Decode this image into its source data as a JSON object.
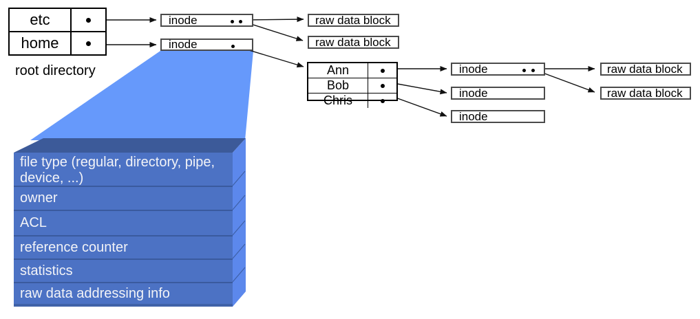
{
  "colors": {
    "callout_light": "#6699FB",
    "box_front": "#4C72C4",
    "box_top": "#3C5A99",
    "box_side": "#5C88EC",
    "box_divider": "#3A5A9E",
    "text_on_blue": "#F2F3F7"
  },
  "root_directory": {
    "caption": "root directory",
    "rows": [
      {
        "name": "etc"
      },
      {
        "name": "home"
      }
    ]
  },
  "home_directory": {
    "rows": [
      {
        "name": "Ann"
      },
      {
        "name": "Bob"
      },
      {
        "name": "Chris"
      }
    ]
  },
  "labels": {
    "inode": "inode",
    "raw_data_block": "raw data block"
  },
  "inode_detail": {
    "fields": [
      "file type (regular, directory, pipe, device, ...)",
      "owner",
      "ACL",
      "reference counter",
      "statistics",
      "raw data addressing info"
    ]
  }
}
